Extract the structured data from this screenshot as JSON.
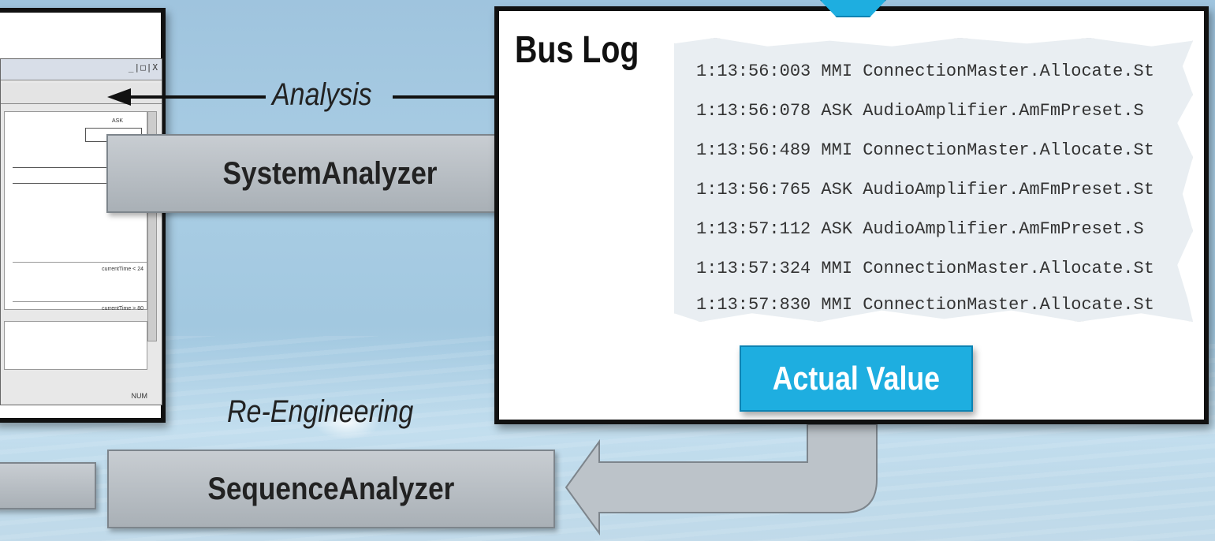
{
  "labels": {
    "analysis": "Analysis",
    "re_engineering": "Re-Engineering"
  },
  "tools": {
    "system_analyzer": "SystemAnalyzer",
    "sequence_analyzer": "SequenceAnalyzer"
  },
  "bus_log": {
    "title": "Bus Log",
    "lines": [
      "1:13:56:003 MMI ConnectionMaster.Allocate.St",
      "1:13:56:078 ASK AudioAmplifier.AmFmPreset.S",
      "1:13:56:489 MMI ConnectionMaster.Allocate.St",
      "1:13:56:765 ASK AudioAmplifier.AmFmPreset.St",
      "1:13:57:112 ASK AudioAmplifier.AmFmPreset.S",
      "1:13:57:324 MMI ConnectionMaster.Allocate.St",
      "1:13:57:830 MMI ConnectionMaster.Allocate.St"
    ],
    "actual_value": "Actual Value"
  },
  "mini_screenshot": {
    "window_buttons": "_|□|X",
    "status": "NUM",
    "notes": [
      "ASK",
      "currentTime < 24",
      "currentTime > 80"
    ]
  },
  "colors": {
    "accent_blue": "#1eaee0",
    "tool_grey": "#b7bec4",
    "frame": "#111111"
  }
}
